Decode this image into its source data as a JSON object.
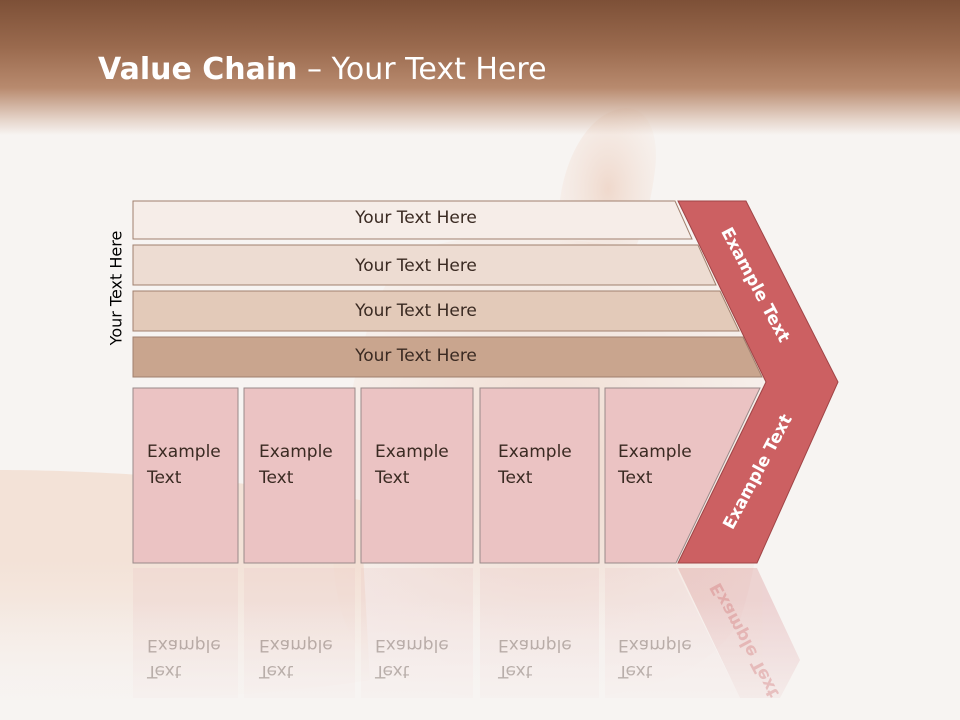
{
  "slide": {
    "title_bold": "Value Chain",
    "title_rest": " – Your Text Here",
    "side_label": "Your Text Here"
  },
  "support_rows": [
    {
      "label": "Your Text Here"
    },
    {
      "label": "Your Text Here"
    },
    {
      "label": "Your Text Here"
    },
    {
      "label": "Your Text Here"
    }
  ],
  "primary_cells": [
    {
      "line1": "Example",
      "line2": "Text"
    },
    {
      "line1": "Example",
      "line2": "Text"
    },
    {
      "line1": "Example",
      "line2": "Text"
    },
    {
      "line1": "Example",
      "line2": "Text"
    },
    {
      "line1": "Example",
      "line2": "Text"
    }
  ],
  "chevron": {
    "upper_label": "Example Text",
    "lower_label": "Example Text",
    "color": "#cc6062"
  },
  "colors": {
    "row1": "#f6ede8",
    "row2": "#eddcd2",
    "row3": "#e3cab9",
    "row4": "#c9a58e",
    "cell": "#ebc3c3"
  }
}
